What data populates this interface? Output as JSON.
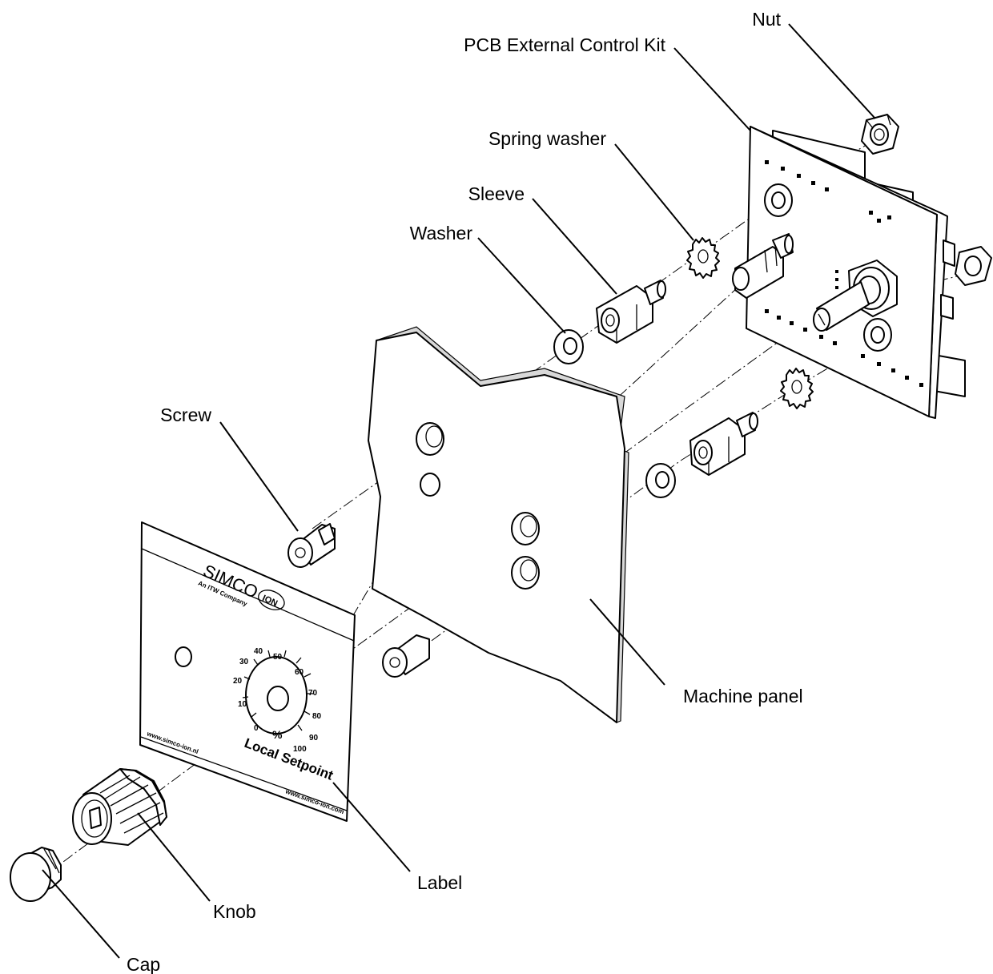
{
  "callouts": {
    "nut": "Nut",
    "pcb_kit": "PCB External Control Kit",
    "spring_washer": "Spring washer",
    "sleeve": "Sleeve",
    "washer": "Washer",
    "screw": "Screw",
    "machine_panel": "Machine panel",
    "label": "Label",
    "knob": "Knob",
    "cap": "Cap"
  },
  "label_plate": {
    "brand": "SIMCO",
    "brand_badge": "ION",
    "brand_sub": "An ITW Company",
    "scale_ticks": [
      "0",
      "10",
      "20",
      "30",
      "40",
      "50",
      "60",
      "70",
      "80",
      "90",
      "100"
    ],
    "percent_sign": "%",
    "setpoint_text": "Local Setpoint",
    "url_left": "www.simco-ion.nl",
    "url_right": "www.simco-ion.com"
  }
}
